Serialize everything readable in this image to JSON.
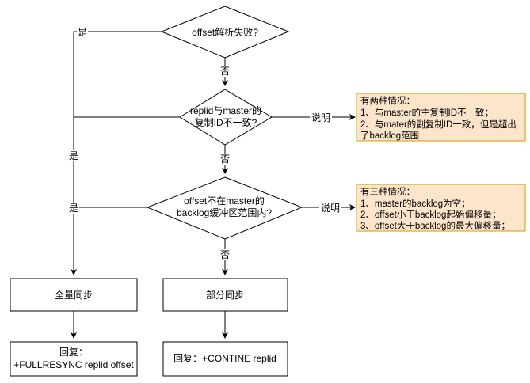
{
  "nodes": {
    "d1": "offset解析失败?",
    "d2": [
      "replid与master的",
      "复制ID不一致?"
    ],
    "d3": [
      "offset不在master的",
      "backlog缓冲区范围内?"
    ],
    "full_sync": "全量同步",
    "partial_sync": "部分同步",
    "reply_full": [
      "回复：",
      "+FULLRESYNC replid offset"
    ],
    "reply_partial": "回复：+CONTINE replid"
  },
  "edge_labels": {
    "yes1": "是",
    "yes2": "是",
    "yes3": "是",
    "no1": "否",
    "no2": "否",
    "no3": "否",
    "explain1": "说明",
    "explain2": "说明"
  },
  "notes": {
    "note1": [
      "有两种情况：",
      "1、与master的主复制ID不一致；",
      "2、与mater的副复制ID一致，但是超出",
      "了backlog范围"
    ],
    "note2": [
      "有三种情况：",
      "1、master的backlog为空；",
      "2、offset小于backlog起始偏移量；",
      "3、offset大于backlog的最大偏移量；"
    ]
  },
  "colors": {
    "note_fill": "#fde5cc",
    "note_border": "#d79b00"
  }
}
